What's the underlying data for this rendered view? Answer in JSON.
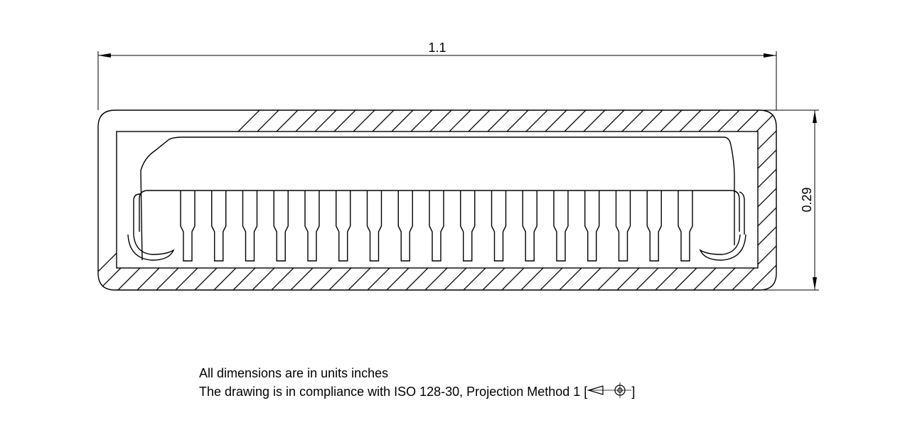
{
  "dimensions": {
    "width": "1.1",
    "height": "0.29"
  },
  "notes": {
    "units": "All dimensions are in units inches",
    "compliance": "The drawing is in compliance with ISO 128-30, Projection Method 1",
    "bracket_open": "[",
    "bracket_close": "]"
  },
  "connector": {
    "pin_count": 17
  },
  "symbols": [
    "first-angle-projection-icon"
  ]
}
